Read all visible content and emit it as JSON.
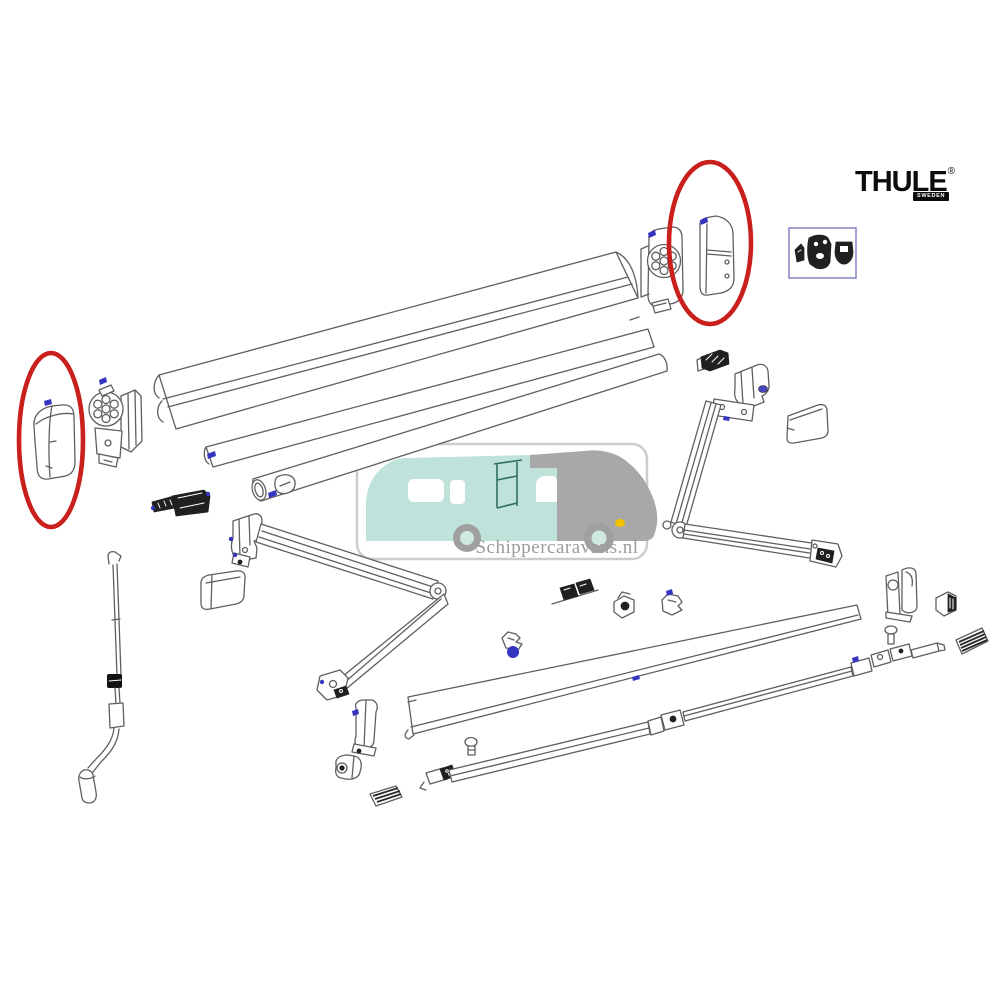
{
  "page": {
    "background": "#ffffff",
    "description": "Exploded spare-parts line diagram of a Thule box awning with two parts circled in red"
  },
  "brand": {
    "name": "THULE",
    "registered_mark": "®",
    "tagline": "SWEDEN"
  },
  "watermark": {
    "text": "Schippercaravans.nl",
    "frame_color": "#cccccc",
    "body_color": "#bfe2da",
    "cab_color": "#a8a8a8",
    "wheel_color": "#a0a0a0",
    "hub_color": "#cfe8e2",
    "headlight_color": "#f2c200",
    "sketch_color": "#2f6e63",
    "text_color": "#9b9b9b"
  },
  "annotations": {
    "highlight_color": "#c9201d",
    "highlighted_parts": [
      "end-cap-left",
      "end-cap-right"
    ],
    "attachment_mark_color": "#3535c0"
  },
  "inset_box": {
    "border_color": "#8a8ac8",
    "part_names": [
      "gasket-pad-small",
      "gasket-plate",
      "clamp-pad"
    ]
  },
  "diagram": {
    "line_color": "#5f5f5f",
    "part_names": [
      "awning-case-lid-profile",
      "awning-fabric-sheet",
      "fabric-roller-tube",
      "roller-strap-loop",
      "gearbox-end-plate-left",
      "end-cap-left",
      "gear-end-plate-right",
      "end-cap-right",
      "drive-motor-unit",
      "spring-arm-left",
      "spring-arm-right",
      "arm-cover-cap-left",
      "arm-cover-cap-right",
      "connector-block-right",
      "lead-rail-front-panel",
      "tension-rafter-rod",
      "mounting-clip-a",
      "mounting-clip-b",
      "mounting-clip-c",
      "fabric-clip-blue",
      "support-foot-left",
      "bracket-block-left",
      "rail-end-insert-left",
      "fixing-screw-center",
      "wall-bracket-right",
      "bracket-block-right",
      "fixing-screw-right",
      "rail-end-insert-right",
      "crank-handle"
    ]
  }
}
